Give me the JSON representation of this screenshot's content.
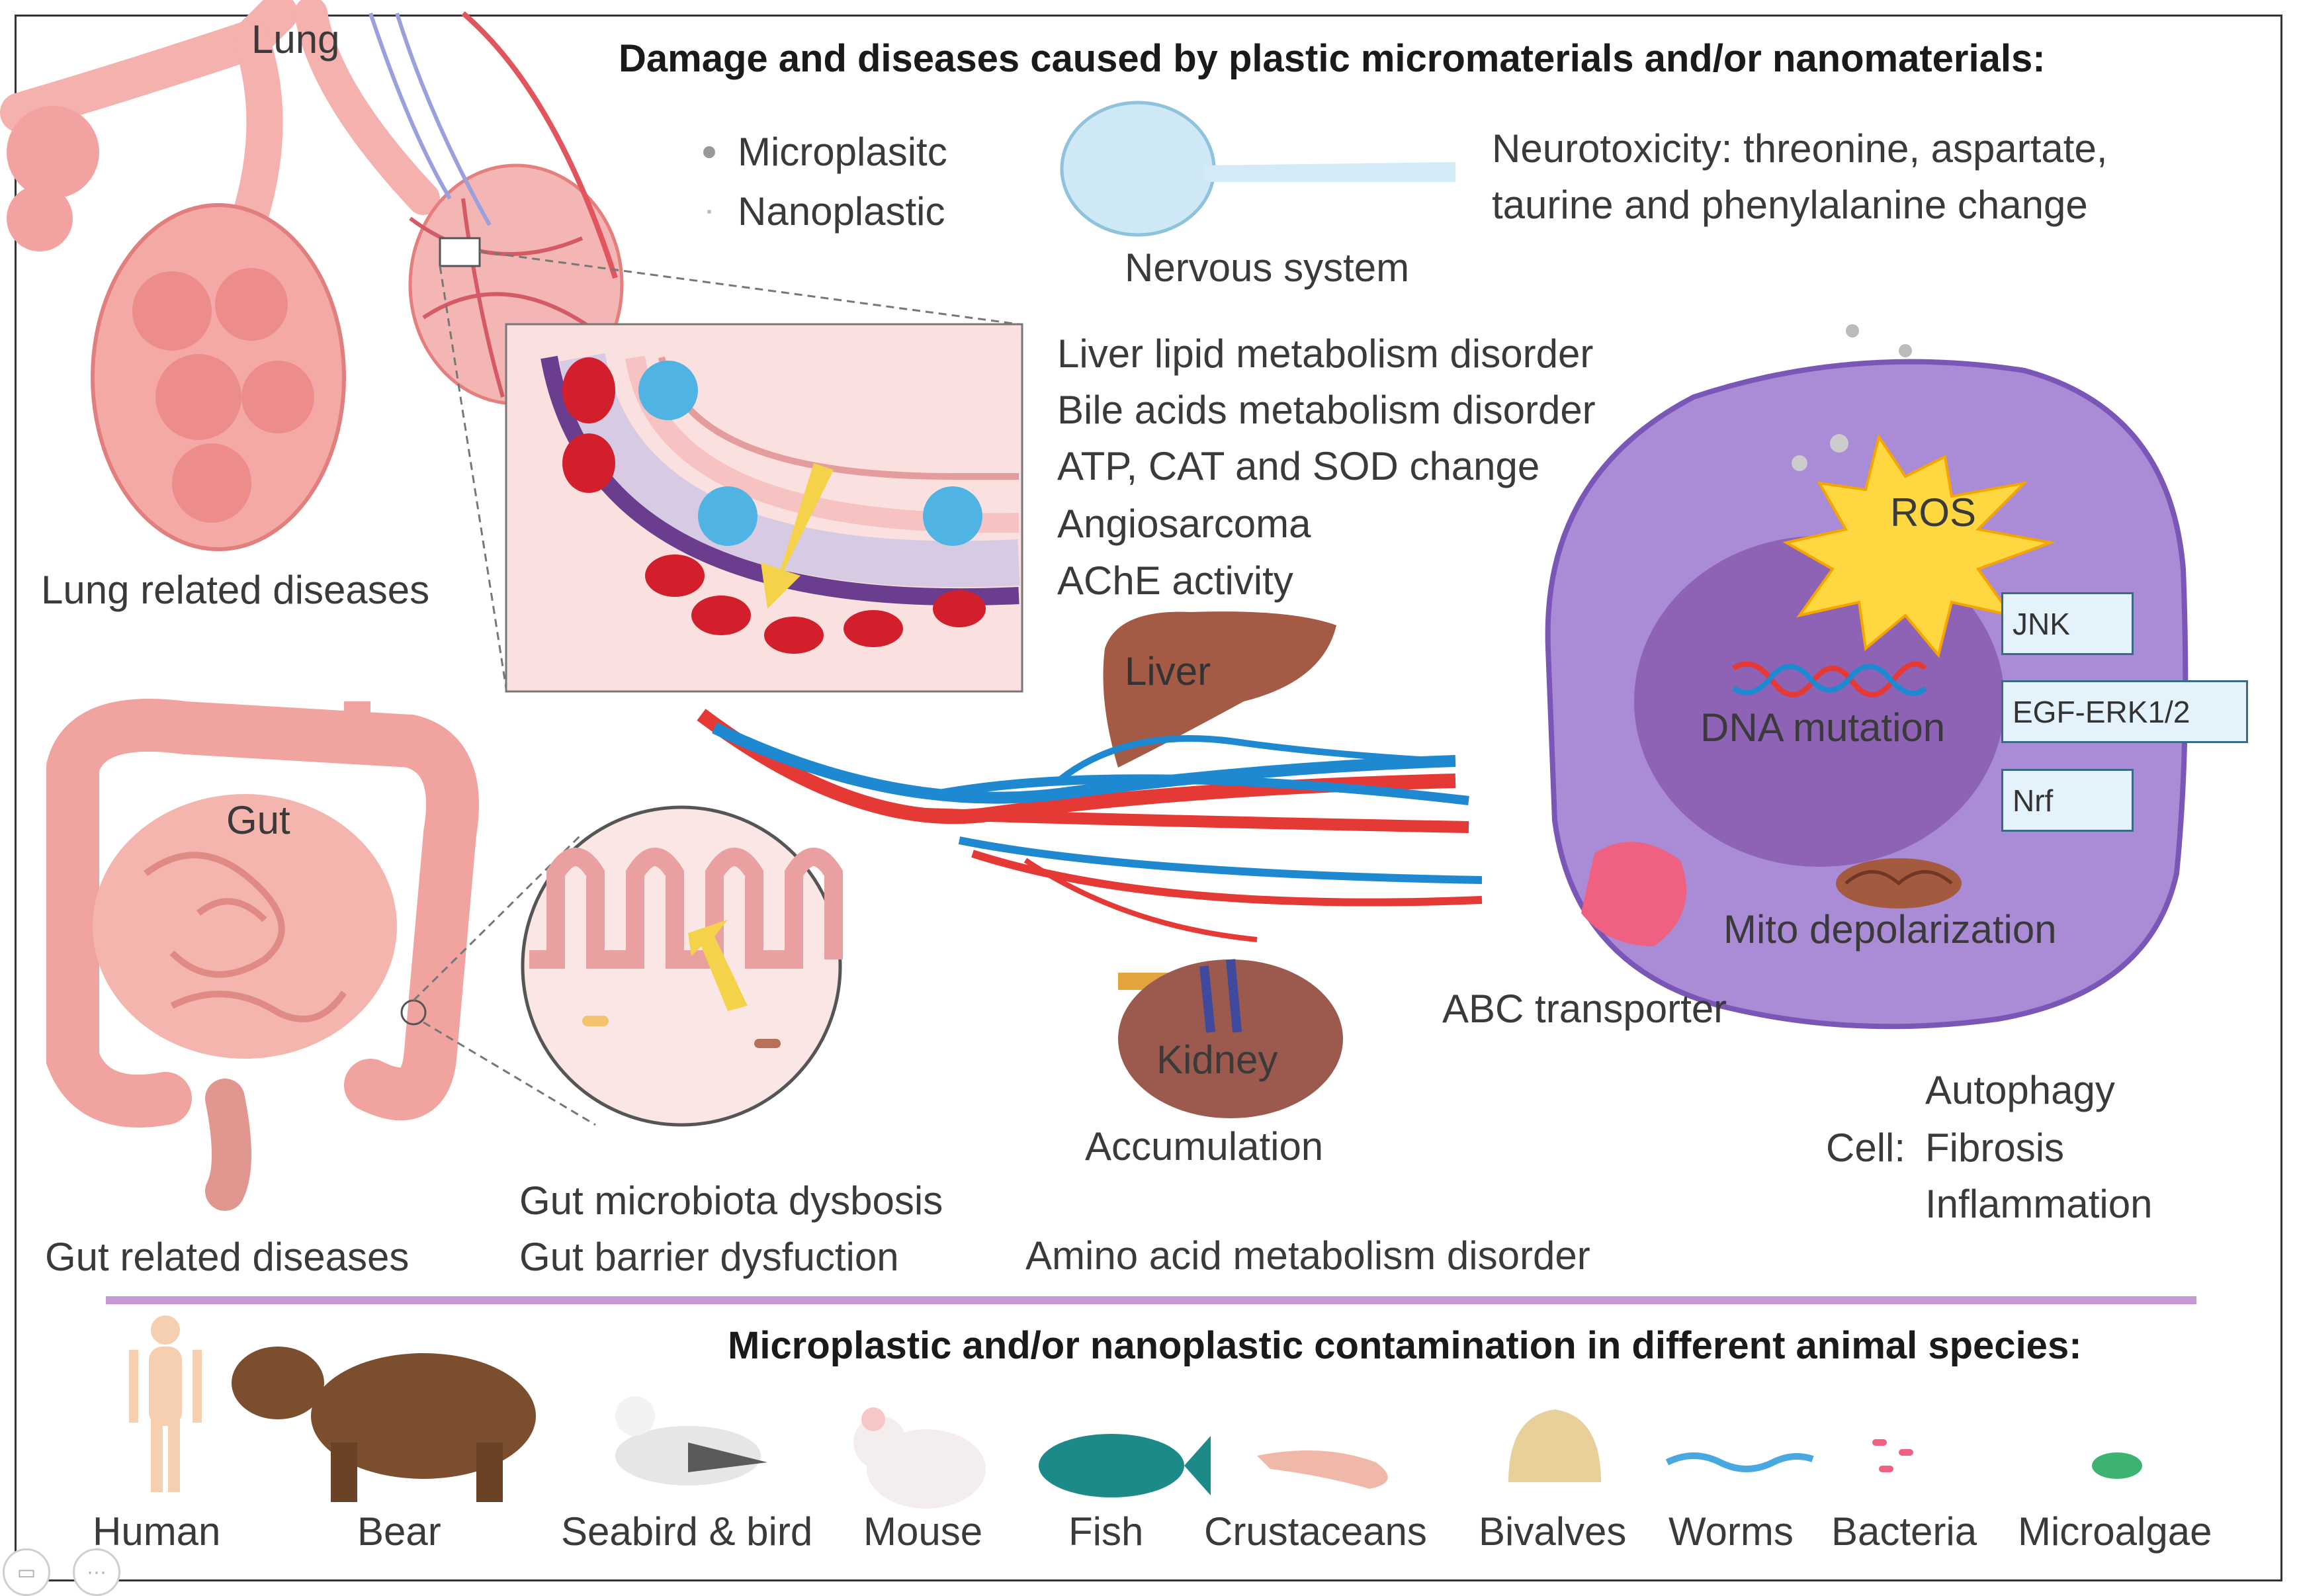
{
  "header": {
    "damage_title": "Damage and diseases caused by plastic micromaterials and/or nanomaterials:",
    "species_title": "Microplastic and/or nanoplastic contamination in different animal species:"
  },
  "legend": {
    "micro": "Microplasitc",
    "nano": "Nanoplastic"
  },
  "lung": {
    "label": "Lung",
    "disease": "Lung related diseases"
  },
  "nervous": {
    "label": "Nervous system",
    "effect_line1": "Neurotoxicity: threonine, aspartate,",
    "effect_line2": "taurine and phenylalanine change"
  },
  "liver": {
    "label": "Liver",
    "effects": [
      "Liver lipid metabolism disorder",
      "Bile acids metabolism disorder",
      "ATP, CAT and SOD change",
      "Angiosarcoma",
      "AChE activity"
    ]
  },
  "gut": {
    "label": "Gut",
    "disease": "Gut related diseases",
    "effect1": "Gut microbiota dysbosis",
    "effect2": "Gut barrier dysfuction"
  },
  "kidney": {
    "label": "Kidney",
    "effect": "Accumulation",
    "metabolism": "Amino acid metabolism disorder"
  },
  "cell": {
    "ros": "ROS",
    "dna": "DNA mutation",
    "pathways": [
      "JNK",
      "EGF-ERK1/2",
      "Nrf"
    ],
    "mito": "Mito depolarization",
    "abc": "ABC transporter",
    "prefix": "Cell:",
    "effects": [
      "Autophagy",
      "Fibrosis",
      "Inflammation"
    ]
  },
  "species": [
    "Human",
    "Bear",
    "Seabird & bird",
    "Mouse",
    "Fish",
    "Crustaceans",
    "Bivalves",
    "Worms",
    "Bacteria",
    "Microalgae"
  ],
  "colors": {
    "lung": "#f2a3a1",
    "gut": "#f0a39f",
    "cell": "#a98bd6",
    "nucleus": "#8e63b6",
    "artery": "#e53935",
    "vein": "#1e88d0",
    "ros": "#ffd740",
    "divider": "#c79ad6"
  },
  "toolbar_icons": [
    "caption-icon",
    "more-icon"
  ]
}
